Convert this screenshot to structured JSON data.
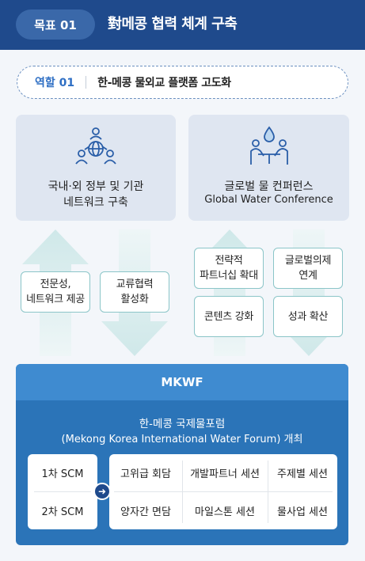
{
  "header": {
    "goal_label": "목표 01",
    "goal_title": "對메콩 협력 체계 구축"
  },
  "role": {
    "label": "역할 01",
    "text": "한-메콩 물외교 플랫폼 고도화"
  },
  "cards": [
    {
      "icon": "network-people-icon",
      "line1": "국내·외 정부 및 기관",
      "line2": "네트워크 구축"
    },
    {
      "icon": "meeting-water-icon",
      "line1": "글로벌 물 컨퍼런스",
      "line2": "Global Water Conference"
    }
  ],
  "left_boxes": [
    "전문성,\n네트워크 제공",
    "교류협력\n활성화"
  ],
  "right_boxes": [
    "전략적\n파트너십 확대",
    "글로벌의제\n연계",
    "콘텐츠 강화",
    "성과 확산"
  ],
  "mkwf": {
    "title": "MKWF",
    "subtitle1": "한-메콩 국제물포럼",
    "subtitle2": "(Mekong Korea International Water Forum) 개최",
    "rounds": [
      "1차 SCM",
      "2차 SCM"
    ],
    "sessions": [
      "고위급 회담",
      "개발파트너 세션",
      "주제별 세션",
      "양자간 면담",
      "마일스톤 세션",
      "물사업 세션"
    ]
  },
  "colors": {
    "header": "#1f4a8c",
    "accent": "#2f6fc4",
    "mkwf": "#2b74b8",
    "arrow": "#d3ebec"
  }
}
